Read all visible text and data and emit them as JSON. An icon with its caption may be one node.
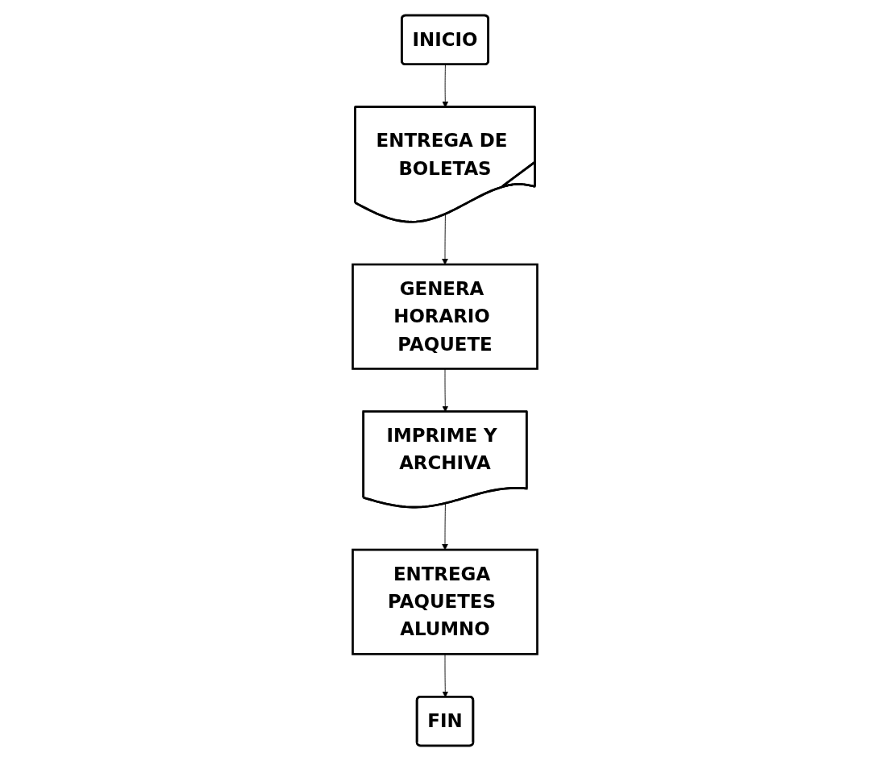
{
  "diagram": {
    "nodes": [
      {
        "text": [
          "INICIO"
        ]
      },
      {
        "text": [
          "ENTREGA DE BOLETAS"
        ]
      },
      {
        "text": [
          "GENERA HORARIO PAQUETE"
        ]
      },
      {
        "text": [
          "IMPRIME Y ARCHIVA"
        ]
      },
      {
        "text": [
          "ENTREGA PAQUETES ALUMNO"
        ]
      },
      {
        "text": [
          "FIN"
        ]
      }
    ],
    "edges": [
      {
        "from": 0,
        "to": 1,
        "arrow": "to"
      },
      {
        "from": 1,
        "to": 2,
        "arrow": "to"
      },
      {
        "from": 2,
        "to": 3,
        "arrow": "to"
      },
      {
        "from": 3,
        "to": 4,
        "arrow": "to"
      },
      {
        "from": 4,
        "to": 5,
        "arrow": "to"
      }
    ]
  }
}
